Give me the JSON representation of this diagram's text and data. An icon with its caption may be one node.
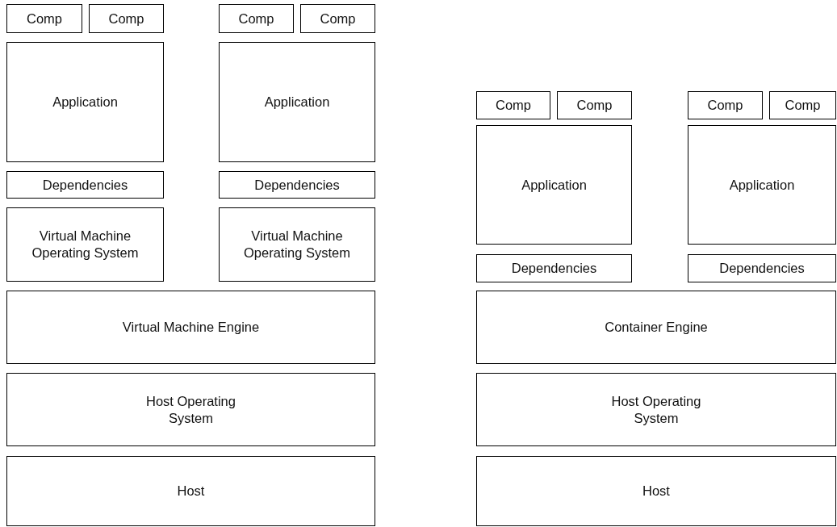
{
  "diagram": {
    "nodes": [
      {
        "text": [
          "Comp"
        ]
      },
      {
        "text": [
          "Comp"
        ]
      },
      {
        "text": [
          "Comp"
        ]
      },
      {
        "text": [
          "Comp"
        ]
      },
      {
        "text": [
          "Application"
        ]
      },
      {
        "text": [
          "Application"
        ]
      },
      {
        "text": [
          "Dependencies"
        ]
      },
      {
        "text": [
          "Dependencies"
        ]
      },
      {
        "text": [
          "Virtual Machine Operating System"
        ]
      },
      {
        "text": [
          "Virtual Machine Operating System"
        ]
      },
      {
        "text": [
          "Virtual Machine Engine"
        ]
      },
      {
        "text": [
          "Host Operating System"
        ]
      },
      {
        "text": [
          "Host"
        ]
      },
      {
        "text": [
          "Comp"
        ]
      },
      {
        "text": [
          "Comp"
        ]
      },
      {
        "text": [
          "Comp"
        ]
      },
      {
        "text": [
          "Comp"
        ]
      },
      {
        "text": [
          "Application"
        ]
      },
      {
        "text": [
          "Application"
        ]
      },
      {
        "text": [
          "Dependencies"
        ]
      },
      {
        "text": [
          "Dependencies"
        ]
      },
      {
        "text": [
          "Container Engine"
        ]
      },
      {
        "text": [
          "Host Operating System"
        ]
      },
      {
        "text": [
          "Host"
        ]
      }
    ]
  }
}
